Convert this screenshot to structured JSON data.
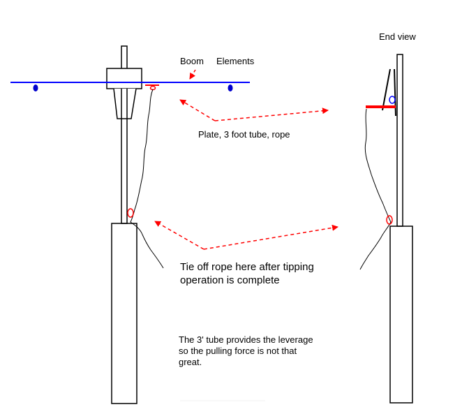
{
  "colors": {
    "boom": "#0000ff",
    "element": "#0000cc",
    "arrow": "#ff0000",
    "lines": "#000000",
    "background": "#ffffff"
  },
  "labels": {
    "end_view": "End view",
    "boom": "Boom",
    "elements": "Elements",
    "plate_tube_rope": "Plate, 3 foot tube, rope",
    "tie_off_line1": "Tie off rope here after tipping",
    "tie_off_line2": "operation is complete",
    "leverage_line1": "The 3' tube provides the leverage",
    "leverage_line2": "so the pulling  force is not that",
    "leverage_line3": "great."
  }
}
